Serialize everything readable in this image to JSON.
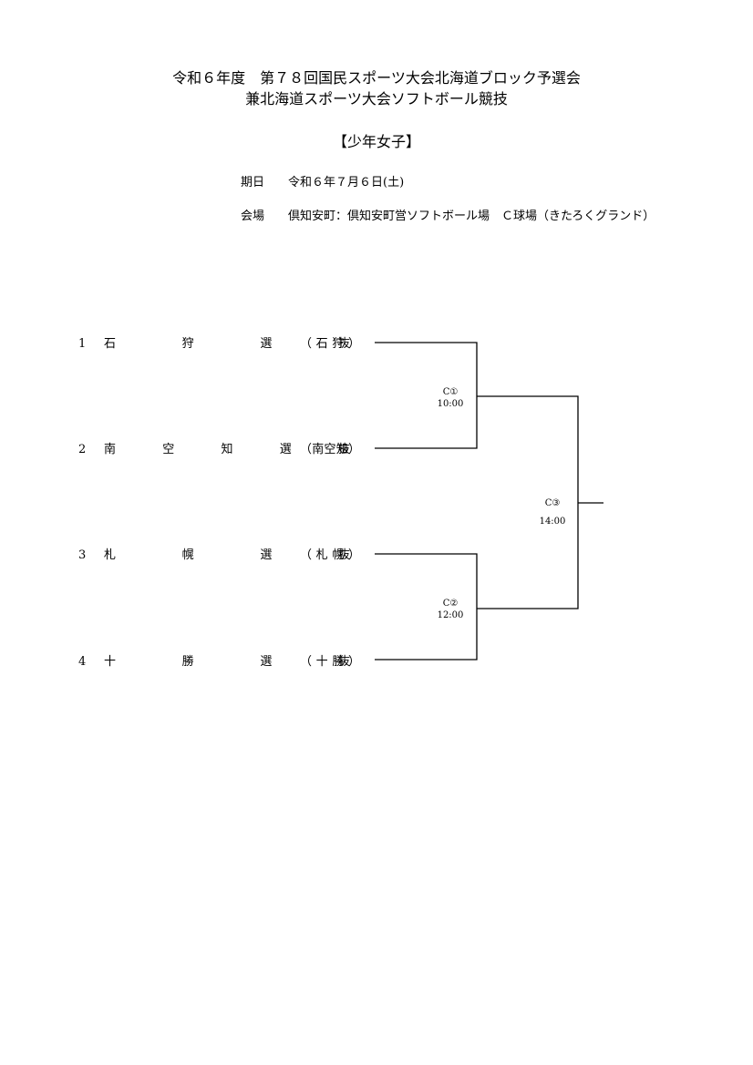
{
  "header": {
    "title_line1": "令和６年度　第７８回国民スポーツ大会北海道ブロック予選会",
    "title_line2": "兼北海道スポーツ大会ソフトボール競技",
    "category": "【少年女子】"
  },
  "info": {
    "date_label": "期日",
    "date_value": "令和６年７月６日(土)",
    "venue_label": "会場",
    "venue_value": "倶知安町：倶知安町営ソフトボール場　Ｃ球場（きたろくグランド）"
  },
  "teams": [
    {
      "seed": "1",
      "name": "石狩選抜",
      "region": "（石狩）"
    },
    {
      "seed": "2",
      "name": "南空知選抜",
      "region": "（南空知）"
    },
    {
      "seed": "3",
      "name": "札幌選抜",
      "region": "（札幌）"
    },
    {
      "seed": "4",
      "name": "十勝選抜",
      "region": "（十勝）"
    }
  ],
  "games": [
    {
      "code": "C①",
      "time": "10:00"
    },
    {
      "code": "C②",
      "time": "12:00"
    },
    {
      "code": "C③",
      "time": "14:00"
    }
  ]
}
